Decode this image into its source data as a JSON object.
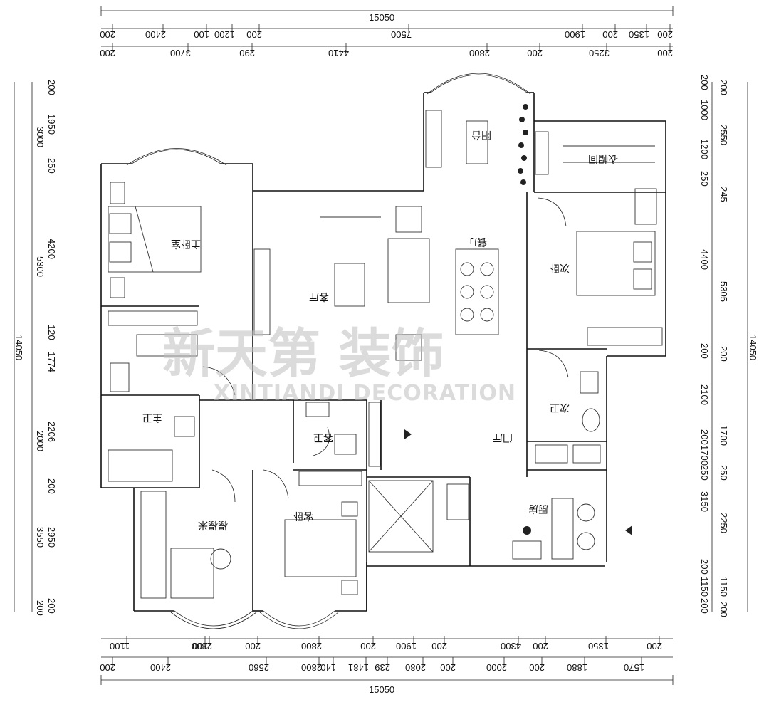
{
  "watermark": {
    "cn": "新天第 装饰",
    "en": "XINTIANDI DECORATION"
  },
  "rooms": {
    "balcony": "阳台",
    "living": "客厅",
    "dining": "餐厅",
    "master_bed": "主卧室",
    "second_bed_top": "次卧",
    "cloakroom": "衣帽间",
    "master_bath": "主卫",
    "guest_bath": "客卫",
    "second_bath": "次卫",
    "foyer": "门厅",
    "kitchen": "厨房",
    "guest_bed": "客卧",
    "study": "榻榻米"
  },
  "dimensions": {
    "top_total": "15050",
    "top_row1": [
      "200",
      "2400",
      "100",
      "1200",
      "200",
      "7500",
      "1900",
      "200",
      "1350",
      "200"
    ],
    "top_row2": [
      "200",
      "3700",
      "290",
      "4410",
      "2800",
      "200",
      "3250",
      "200"
    ],
    "bottom_total": "15050",
    "bottom_row1": [
      "1100",
      "2800",
      "100",
      "200",
      "2800",
      "200",
      "1900",
      "200",
      "4300",
      "200",
      "1350",
      "200"
    ],
    "bottom_row2": [
      "200",
      "2400",
      "2560",
      "2800",
      "140",
      "1481",
      "239",
      "2080",
      "200",
      "2000",
      "200",
      "1880",
      "1570"
    ],
    "left_total": "14050",
    "left_outer": [
      "3000",
      "5300",
      "2000",
      "3550",
      "200"
    ],
    "left_inner": [
      "200",
      "1950",
      "250",
      "4200",
      "120",
      "1774",
      "2206",
      "200",
      "2950",
      "200"
    ],
    "right_total": "14050",
    "right_outer": [
      "200",
      "1000",
      "1200",
      "250",
      "4400",
      "200",
      "2100",
      "200",
      "1700",
      "250",
      "3150",
      "200",
      "1150",
      "200"
    ],
    "right_inner": [
      "200",
      "2550",
      "245",
      "5305",
      "200",
      "1700",
      "250",
      "2250",
      "1150",
      "200"
    ]
  }
}
